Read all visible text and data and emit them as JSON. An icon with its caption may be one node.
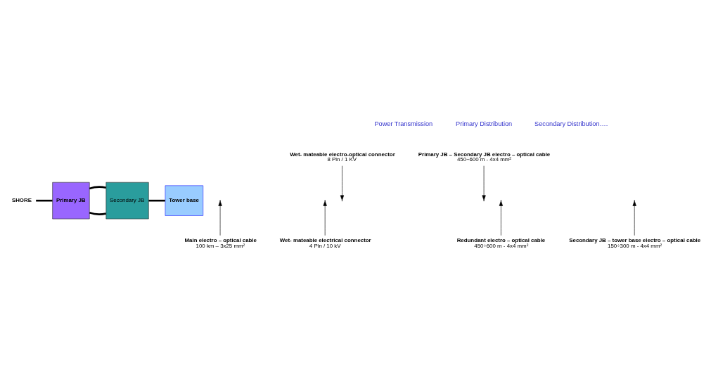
{
  "diagram": {
    "nodes": [
      {
        "text": [
          "SHORE"
        ]
      },
      {
        "text": [
          "Primary JB"
        ]
      },
      {
        "text": [
          "Secondary JB"
        ]
      },
      {
        "text": [
          "Tower base"
        ]
      },
      {
        "text": [
          "Main electro – optical cable",
          "100 km – 3x25 mm²"
        ]
      },
      {
        "text": [
          "Wet- mateable electrical connector",
          "4 Pin / 10 kV"
        ]
      },
      {
        "text": [
          "Wet- mateable electro-optical connector",
          "8 Pin / 1 KV"
        ]
      },
      {
        "text": [
          "Primary JB – Secondary JB electro – optical cable",
          "450÷600 m - 4x4 mm²"
        ]
      },
      {
        "text": [
          "Redundant electro – optical cable",
          "450÷600 m - 4x4 mm²"
        ]
      },
      {
        "text": [
          "Secondary JB – tower base electro – optical cable",
          "150÷300 m - 4x4 mm²"
        ]
      }
    ],
    "edges": [
      {
        "from": 0,
        "to": 1,
        "arrow": "none",
        "style": "thick"
      },
      {
        "from": 1,
        "to": 2,
        "arrow": "none",
        "style": "thick"
      },
      {
        "from": 1,
        "to": 2,
        "arrow": "none",
        "style": "thick"
      },
      {
        "from": 2,
        "to": 3,
        "arrow": "none",
        "style": "thick"
      },
      {
        "from": 4,
        "to": null,
        "arrow": "to"
      },
      {
        "from": 5,
        "to": null,
        "arrow": "to"
      },
      {
        "from": 6,
        "to": null,
        "arrow": "to"
      },
      {
        "from": 7,
        "to": null,
        "arrow": "to"
      },
      {
        "from": 8,
        "to": null,
        "arrow": "to"
      },
      {
        "from": 9,
        "to": null,
        "arrow": "to"
      }
    ],
    "labels": [
      "Power Transmission",
      "Primary Distribution",
      "Secondary Distribution…."
    ]
  }
}
